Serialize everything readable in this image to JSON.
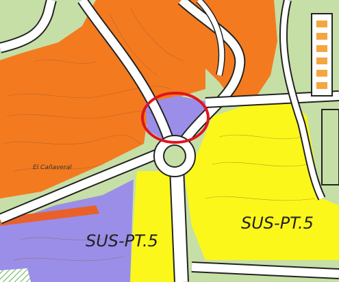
{
  "map": {
    "zone_labels": [
      {
        "text": "SUS-PT.5"
      },
      {
        "text": "SUS-PT.5"
      }
    ],
    "place_label": "El Cañaveral",
    "colors": {
      "orange_zone": "#f47a1f",
      "yellow_zone": "#fbf71a",
      "purple_zone": "#9b8ee8",
      "green_zone": "#c6dfa6",
      "road": "#ffffff",
      "road_edge": "#222222",
      "highlight_circle": "#e0141e",
      "building": "#f4a640"
    },
    "highlight": {
      "shape": "ellipse",
      "color": "red"
    }
  }
}
